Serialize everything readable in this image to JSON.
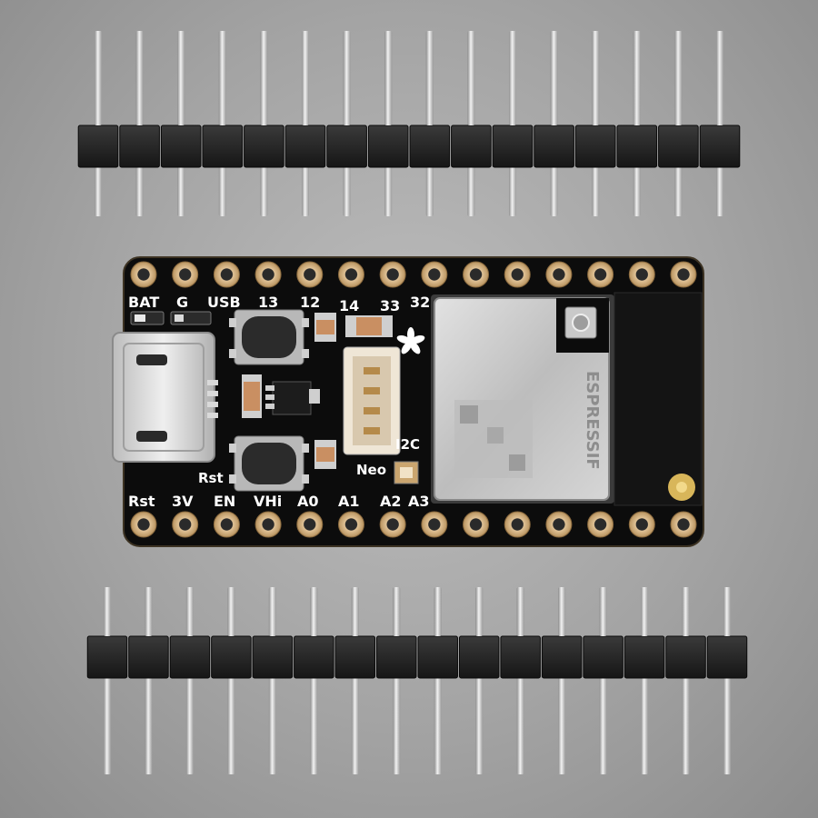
{
  "photo": {
    "subject": "microcontroller-board-with-pin-headers",
    "background_color": "#a8a8a8",
    "pcb_color": "#111111",
    "header_plastic_color": "#222222",
    "pin_color": "#cfcfcf",
    "pad_color": "#d4b48a",
    "module_shield_color": "#c9c9c9"
  },
  "board": {
    "top_labels": [
      "BAT",
      "G",
      "USB",
      "13",
      "12",
      "14",
      "33",
      "32"
    ],
    "bottom_labels": [
      "Rst",
      "3V",
      "EN",
      "VHi",
      "A0",
      "A1",
      "A2",
      "A3"
    ],
    "side_labels": {
      "reset": "Rst",
      "i2c": "I2C",
      "neopixel": "Neo"
    },
    "module_text": "ESPRESSIF",
    "top_pad_count": 14,
    "bottom_pad_count": 14
  },
  "headers": {
    "pin_count_each": 16
  },
  "icons": {
    "usb_port": "micro-usb-port-icon",
    "buttons": "tactile-button-icon",
    "connector": "jst-connector-icon",
    "logo": "flower-logo-icon"
  }
}
